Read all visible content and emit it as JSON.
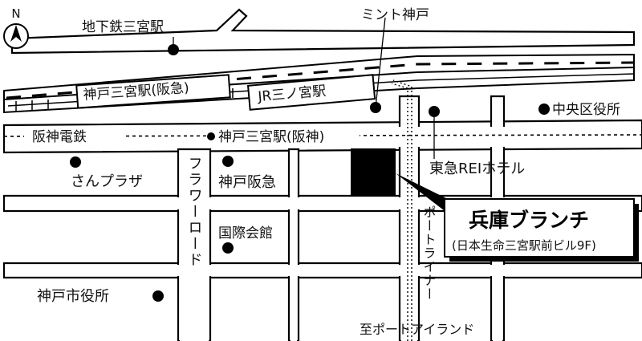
{
  "compass": {
    "label": "N"
  },
  "stations": {
    "subway_sannomiya": "地下鉄三宮駅",
    "hankyu_sannomiya": "神戸三宮駅(阪急)",
    "jr_sannomiya": "JR三ノ宮駅",
    "hanshin_sannomiya": "神戸三宮駅(阪神)"
  },
  "lines": {
    "hanshin": "阪神電鉄",
    "port_liner": "ポートライナー",
    "port_liner_dest": "至ポートアイランド"
  },
  "roads": {
    "flower_road": "フラワーロード"
  },
  "landmarks": {
    "mint_kobe": "ミント神戸",
    "chuo_ward_office": "中央区役所",
    "tokyu_rei": "東急REIホテル",
    "san_plaza": "さんプラザ",
    "kobe_hankyu": "神戸阪急",
    "kokusai_kaikan": "国際会館",
    "city_hall": "神戸市役所"
  },
  "branch": {
    "name": "兵庫ブランチ",
    "building": "(日本生命三宮駅前ビル9F)"
  },
  "colors": {
    "ink": "#000000",
    "paper": "#ffffff"
  }
}
